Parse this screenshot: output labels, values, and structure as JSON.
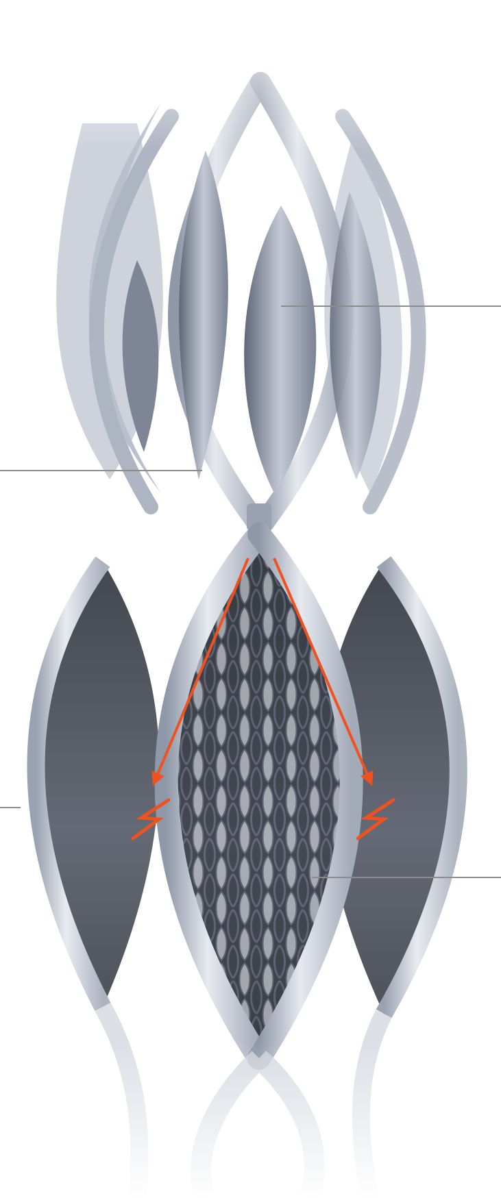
{
  "image": {
    "subject": "",
    "background_color": "#ffffff",
    "structure_color": "#d9dde6",
    "structure_shadow_color": "#8a93a4",
    "blade_color": "#a7b0c0",
    "mesh_color": "#4f5460",
    "mesh_highlight_color": "#c9ccd3",
    "accent_color": "#f0521f",
    "leader_line_color": "#8c8c8c"
  },
  "annotations": {
    "arrows": [
      {
        "name": "left-force-arrow",
        "icon": "arrow-down-left-icon"
      },
      {
        "name": "right-force-arrow",
        "icon": "arrow-down-right-icon"
      }
    ],
    "bolts": [
      {
        "name": "left-fracture-bolt",
        "icon": "lightning-bolt-icon"
      },
      {
        "name": "right-fracture-bolt",
        "icon": "lightning-bolt-icon"
      }
    ],
    "leader_lines": [
      {
        "name": "leader-line-upper-right"
      },
      {
        "name": "leader-line-middle-left"
      },
      {
        "name": "leader-line-lower-left"
      },
      {
        "name": "leader-line-lower-right"
      }
    ]
  }
}
